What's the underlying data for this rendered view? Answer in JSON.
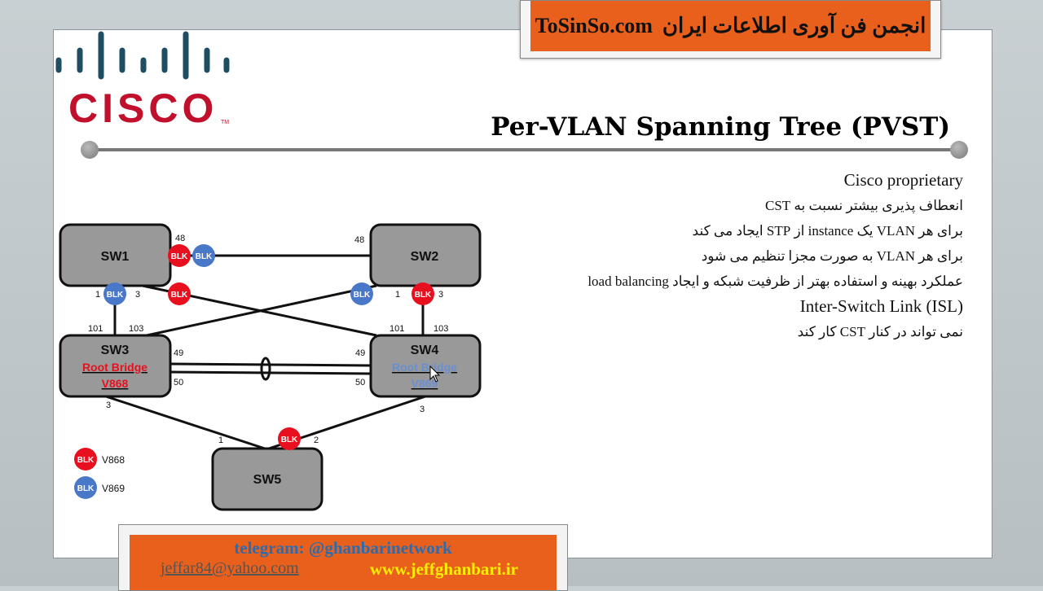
{
  "top_banner": {
    "site": "ToSinSo.com",
    "org": "انجمن فن آوری اطلاعات ایران"
  },
  "logo": {
    "text": "CISCO",
    "tm": "TM"
  },
  "title": "Per-VLAN Spanning Tree (PVST)",
  "bullets": [
    "Cisco proprietary",
    "انعطاف پذیری بیشتر نسبت به CST",
    "برای هر VLAN یک instance از STP ایجاد می کند",
    "برای هر VLAN به صورت مجزا تنظیم می شود",
    "عملکرد بهینه و استفاده بهتر از ظرفیت شبکه و ایجاد load balancing",
    "Inter-Switch Link (ISL)",
    "نمی تواند در کنار CST کار کند"
  ],
  "diagram": {
    "switches": {
      "sw1": "SW1",
      "sw2": "SW2",
      "sw3": "SW3",
      "sw4": "SW4",
      "sw5": "SW5"
    },
    "sw3_root": {
      "label": "Root Bridge",
      "vlan": "V868"
    },
    "sw4_root": {
      "label": "Root Bridge",
      "vlan": "V869"
    },
    "ports": {
      "sw1_48": "48",
      "sw2_48": "48",
      "sw1_1": "1",
      "sw1_3": "3",
      "sw2_1": "1",
      "sw2_3": "3",
      "sw3_101": "101",
      "sw3_103": "103",
      "sw4_101": "101",
      "sw4_103": "103",
      "sw3_49": "49",
      "sw3_50": "50",
      "sw4_49": "49",
      "sw4_50": "50",
      "sw3_3": "3",
      "sw4_3": "3",
      "sw5_1": "1",
      "sw5_2": "2"
    },
    "blk": "BLK",
    "legend": [
      {
        "label": "V868",
        "color": "#e8101e"
      },
      {
        "label": "V869",
        "color": "#4a78c8"
      }
    ]
  },
  "bottom_banner": {
    "telegram": "telegram: @ghanbarinetwork",
    "email": "jeffar84@yahoo.com",
    "website": "www.jeffghanbari.ir"
  },
  "colors": {
    "red": "#e8101e",
    "blue": "#4a78c8",
    "orange": "#e8601c",
    "cisco_red": "#c0102c",
    "cisco_bars": "#1f4e63"
  }
}
